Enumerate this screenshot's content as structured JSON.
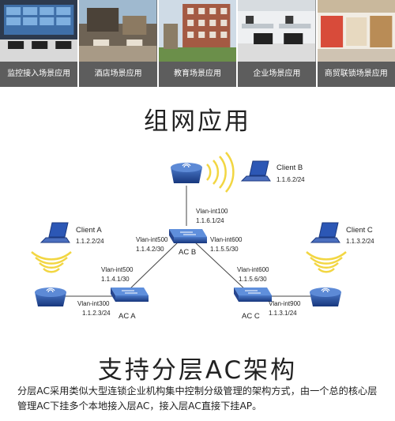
{
  "scenes": [
    {
      "caption": "监控接入场景应用"
    },
    {
      "caption": "酒店场景应用"
    },
    {
      "caption": "教育场景应用"
    },
    {
      "caption": "企业场景应用"
    },
    {
      "caption": "商贸联锁场景应用"
    }
  ],
  "section1_title": "组网应用",
  "diagram": {
    "client_a": {
      "name": "Client A",
      "ip": "1.1.2.2/24"
    },
    "client_b": {
      "name": "Client B",
      "ip": "1.1.6.2/24"
    },
    "client_c": {
      "name": "Client C",
      "ip": "1.1.3.2/24"
    },
    "acb": {
      "name": "AC B",
      "top_vlan": "Vlan-int100",
      "top_ip": "1.1.6.1/24",
      "left_vlan": "Vlan-int500",
      "left_ip": "1.1.4.2/30",
      "right_vlan": "Vlan-int600",
      "right_ip": "1.1.5.5/30"
    },
    "aca": {
      "name": "AC A",
      "top_vlan": "Vlan-int500",
      "top_ip": "1.1.4.1/30",
      "left_vlan": "Vlan-int300",
      "left_ip": "1.1.2.3/24"
    },
    "acc": {
      "name": "AC C",
      "top_vlan": "Vlan-int600",
      "top_ip": "1.1.5.6/30",
      "right_vlan": "Vlan-int900",
      "right_ip": "1.1.3.1/24"
    }
  },
  "section2_title": "支持分层AC架构",
  "description": "分层AC采用类似大型连锁企业机构集中控制分级管理的架构方式，由一个总的核心层管理AC下挂多个本地接入层AC，接入层AC直接下挂AP。"
}
